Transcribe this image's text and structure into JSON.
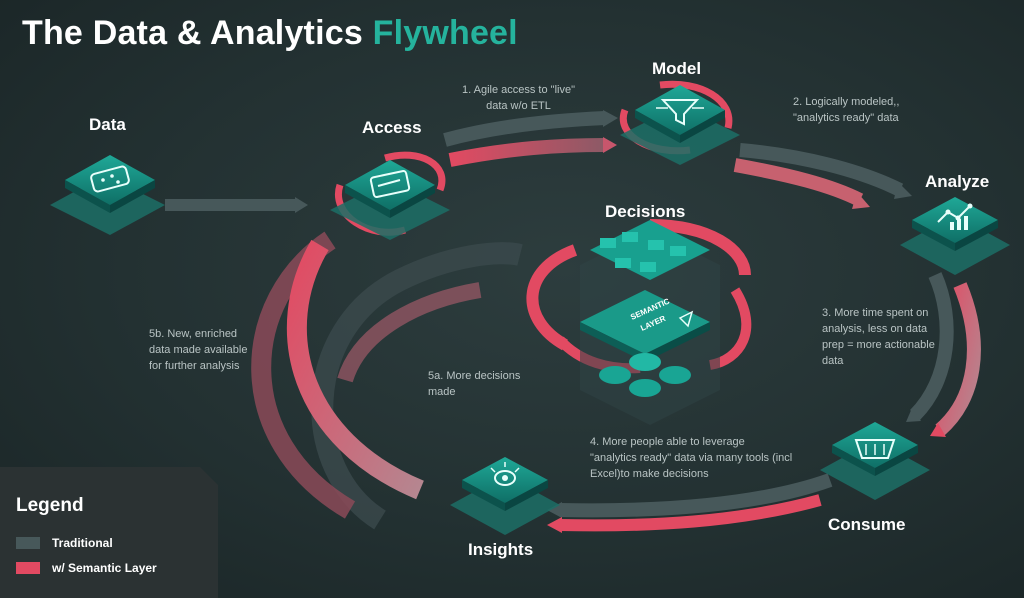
{
  "title": {
    "main": "The Data & Analytics",
    "accent": "Flywheel"
  },
  "colors": {
    "accent": "#25b39d",
    "traditional": "#47585a",
    "semantic": "#e24a62",
    "background": "#233132"
  },
  "nodes": {
    "data": "Data",
    "access": "Access",
    "model": "Model",
    "analyze": "Analyze",
    "decisions": "Decisions",
    "consume": "Consume",
    "insights": "Insights"
  },
  "semantic_layer_label": [
    "SEMANTIC",
    "LAYER"
  ],
  "steps": {
    "s1": [
      "1. Agile access to \"live\"",
      "data w/o ETL"
    ],
    "s2": [
      "2. Logically modeled,,",
      "\"analytics ready\" data"
    ],
    "s3": [
      "3. More time spent on",
      "analysis, less on data",
      "prep = more actionable",
      "data"
    ],
    "s4": [
      "4. More people able to leverage",
      "\"analytics ready\" data via many tools (incl",
      "Excel)to make decisions"
    ],
    "s5a": [
      "5a. More decisions",
      "made"
    ],
    "s5b": [
      "5b. New, enriched",
      "data made available",
      "for further analysis"
    ]
  },
  "legend": {
    "title": "Legend",
    "items": [
      {
        "label": "Traditional",
        "color": "#47585a"
      },
      {
        "label": "w/ Semantic Layer",
        "color": "#e24a62"
      }
    ]
  },
  "icons": [
    "database-icon",
    "key-card-icon",
    "filter-funnel-icon",
    "analytics-chart-icon",
    "shopping-basket-icon",
    "lightbulb-icon",
    "semantic-layer-stack-icon"
  ]
}
